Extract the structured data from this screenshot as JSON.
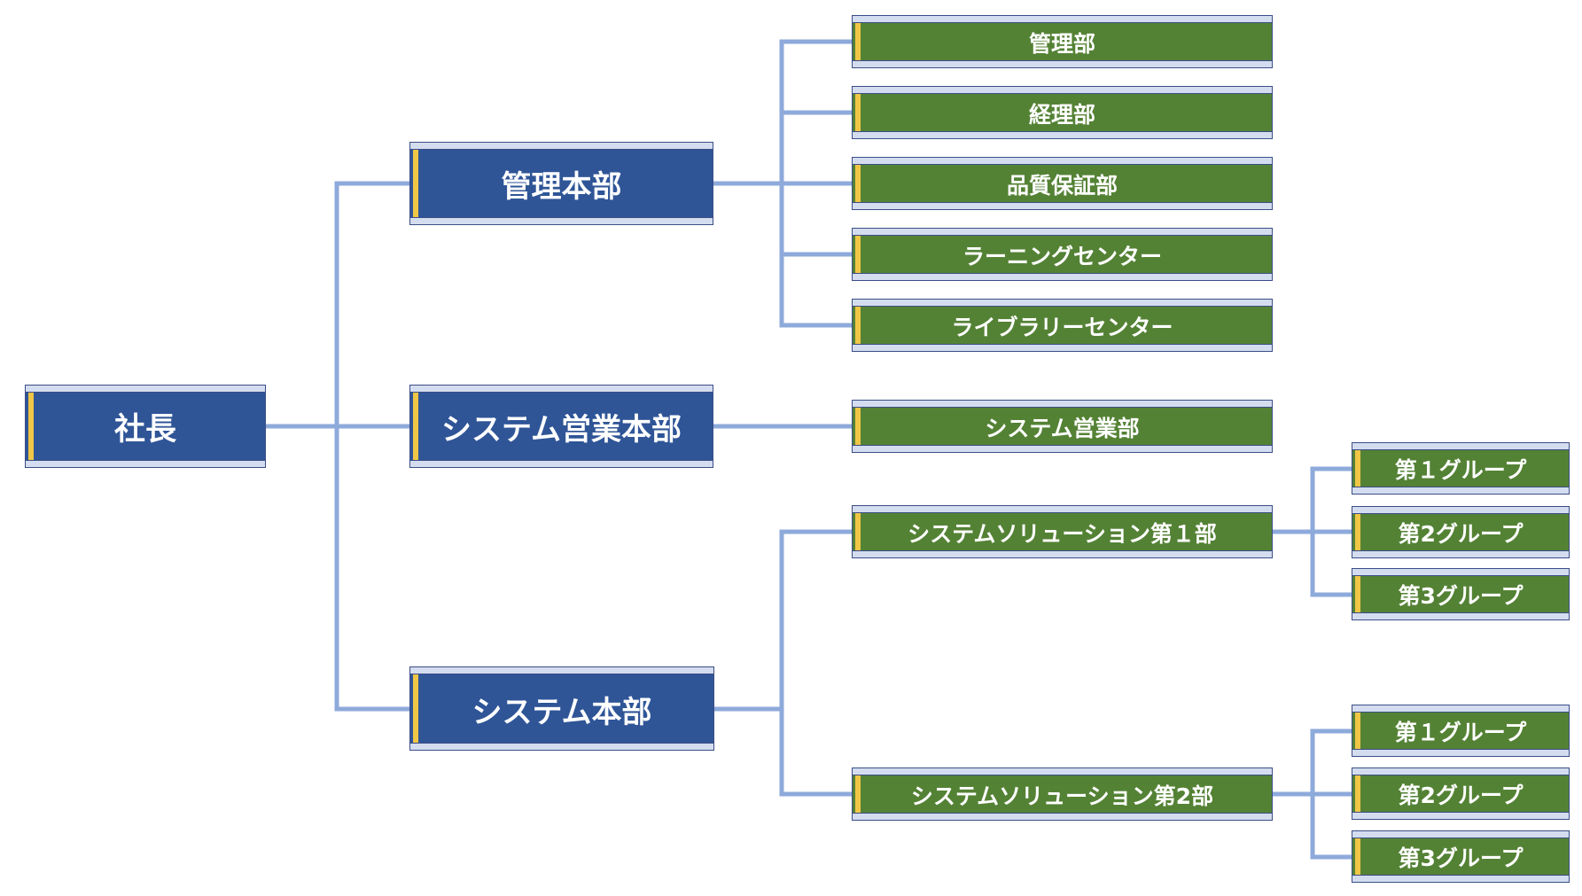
{
  "org_chart": {
    "root": {
      "label": "社長"
    },
    "divisions": [
      {
        "label": "管理本部",
        "departments": [
          {
            "label": "管理部"
          },
          {
            "label": "経理部"
          },
          {
            "label": "品質保証部"
          },
          {
            "label": "ラーニングセンター"
          },
          {
            "label": "ライブラリーセンター"
          }
        ]
      },
      {
        "label": "システム営業本部",
        "departments": [
          {
            "label": "システム営業部"
          }
        ]
      },
      {
        "label": "システム本部",
        "departments": [
          {
            "label": "システムソリューション第１部",
            "groups": [
              {
                "label": "第１グループ"
              },
              {
                "label": "第2グループ"
              },
              {
                "label": "第3グループ"
              }
            ]
          },
          {
            "label": "システムソリューション第2部",
            "groups": [
              {
                "label": "第１グループ"
              },
              {
                "label": "第2グループ"
              },
              {
                "label": "第3グループ"
              }
            ]
          }
        ]
      }
    ]
  },
  "colors": {
    "division_fill": "#2f5597",
    "department_fill": "#548235",
    "connector": "#8eaadb",
    "accent": "#f0c646"
  }
}
